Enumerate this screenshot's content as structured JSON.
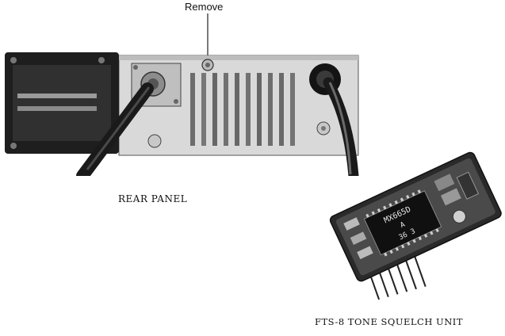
{
  "labels": {
    "remove": "Remove",
    "rear_panel": "REAR PANEL",
    "unit": "FTS-8 TONE SQUELCH UNIT"
  },
  "chip_text": {
    "line1": "MX665D",
    "line2": "A",
    "line3": "36 3"
  }
}
